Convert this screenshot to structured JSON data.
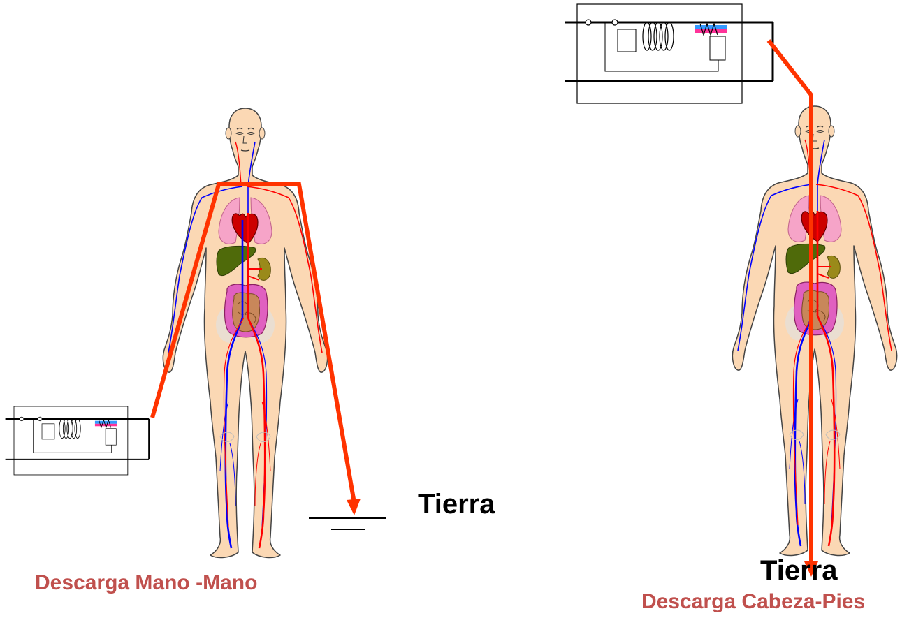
{
  "labels": {
    "ground_left": "Tierra",
    "ground_right": "Tierra",
    "caption_left": "Descarga Mano -Mano",
    "caption_right": "Descarga Cabeza-Pies"
  },
  "colors": {
    "current_path": "#ff3300",
    "caption": "#c0504d",
    "skin": "#fbd8b4",
    "skin_outline": "#444444",
    "artery": "#ff0000",
    "vein": "#0000ff",
    "lungs": "#f6a4c8",
    "heart": "#cc0000",
    "liver": "#4f6a0a",
    "kidney": "#9a8a1a",
    "intestine_outer": "#e060c0",
    "intestine_inner": "#c8875a"
  },
  "icons": {
    "circuit": "electrical-circuit-schematic-icon",
    "ground": "ground-symbol-icon",
    "body": "human-anatomy-icon"
  }
}
